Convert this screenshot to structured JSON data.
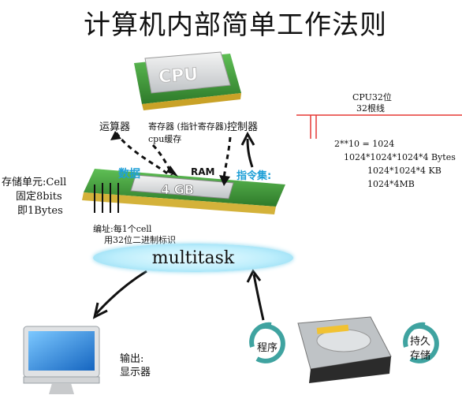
{
  "title": "计算机内部简单工作法则",
  "cpu": {
    "chip_text": "CPU"
  },
  "labels": {
    "alu": "运算器",
    "registers": "寄存器 (指针寄存器)",
    "cpu_cache": "cpu缓存",
    "controller": "控制器",
    "data": "数据",
    "ram": "RAM",
    "ram_size": "4 GB",
    "instruction_set": "指令集:",
    "storage_unit_1": "存储单元:Cell",
    "storage_unit_2": "固定8bits",
    "storage_unit_3": "即1Bytes",
    "addressing_1": "编址:每1个cell",
    "addressing_2": "用32位二进制标识",
    "multitask": "multitask",
    "output_1": "输出:",
    "output_2": "显示器",
    "program": "程序",
    "persist_1": "持久",
    "persist_2": "存储"
  },
  "notes": {
    "cpu32_1": "CPU32位",
    "cpu32_2": "32根线",
    "calc_1": "2**10 = 1024",
    "calc_2": "1024*1024*1024*4 Bytes",
    "calc_3": "1024*1024*4 KB",
    "calc_4": "1024*4MB"
  },
  "colors": {
    "accent_blue": "#1e9fd6",
    "red_line": "#e53935",
    "pcb_green": "#3f9a3a",
    "cycle_teal": "#3fa3a0"
  },
  "icons": [
    "cpu-chip-icon",
    "ram-module-icon",
    "monitor-icon",
    "hard-drive-icon",
    "cycle-arrows-icon"
  ]
}
